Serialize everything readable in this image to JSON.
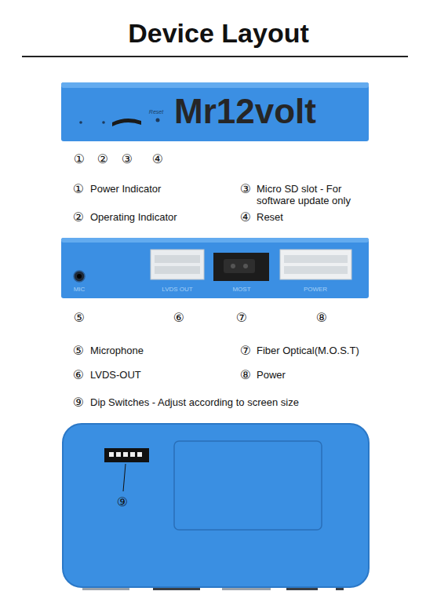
{
  "diagram": {
    "title": "Device Layout",
    "nodes": [
      {
        "text": [
          "Reset",
          "Mr12volt"
        ]
      },
      {
        "text": [
          "MIC",
          "LVDS OUT",
          "MOST",
          "POWER"
        ]
      }
    ],
    "labels": [
      "①",
      "②",
      "③",
      "④",
      "①",
      "Power Indicator",
      "③",
      "Micro SD slot - For software update only",
      "②",
      "Operating Indicator",
      "④",
      "Reset",
      "⑤",
      "⑥",
      "⑦",
      "⑧",
      "⑤",
      "Microphone",
      "⑦",
      "Fiber Optical(M.O.S.T)",
      "⑥",
      "LVDS-OUT",
      "⑧",
      "Power",
      "⑨",
      "Dip Switches - Adjust according to screen size",
      "⑨"
    ]
  }
}
